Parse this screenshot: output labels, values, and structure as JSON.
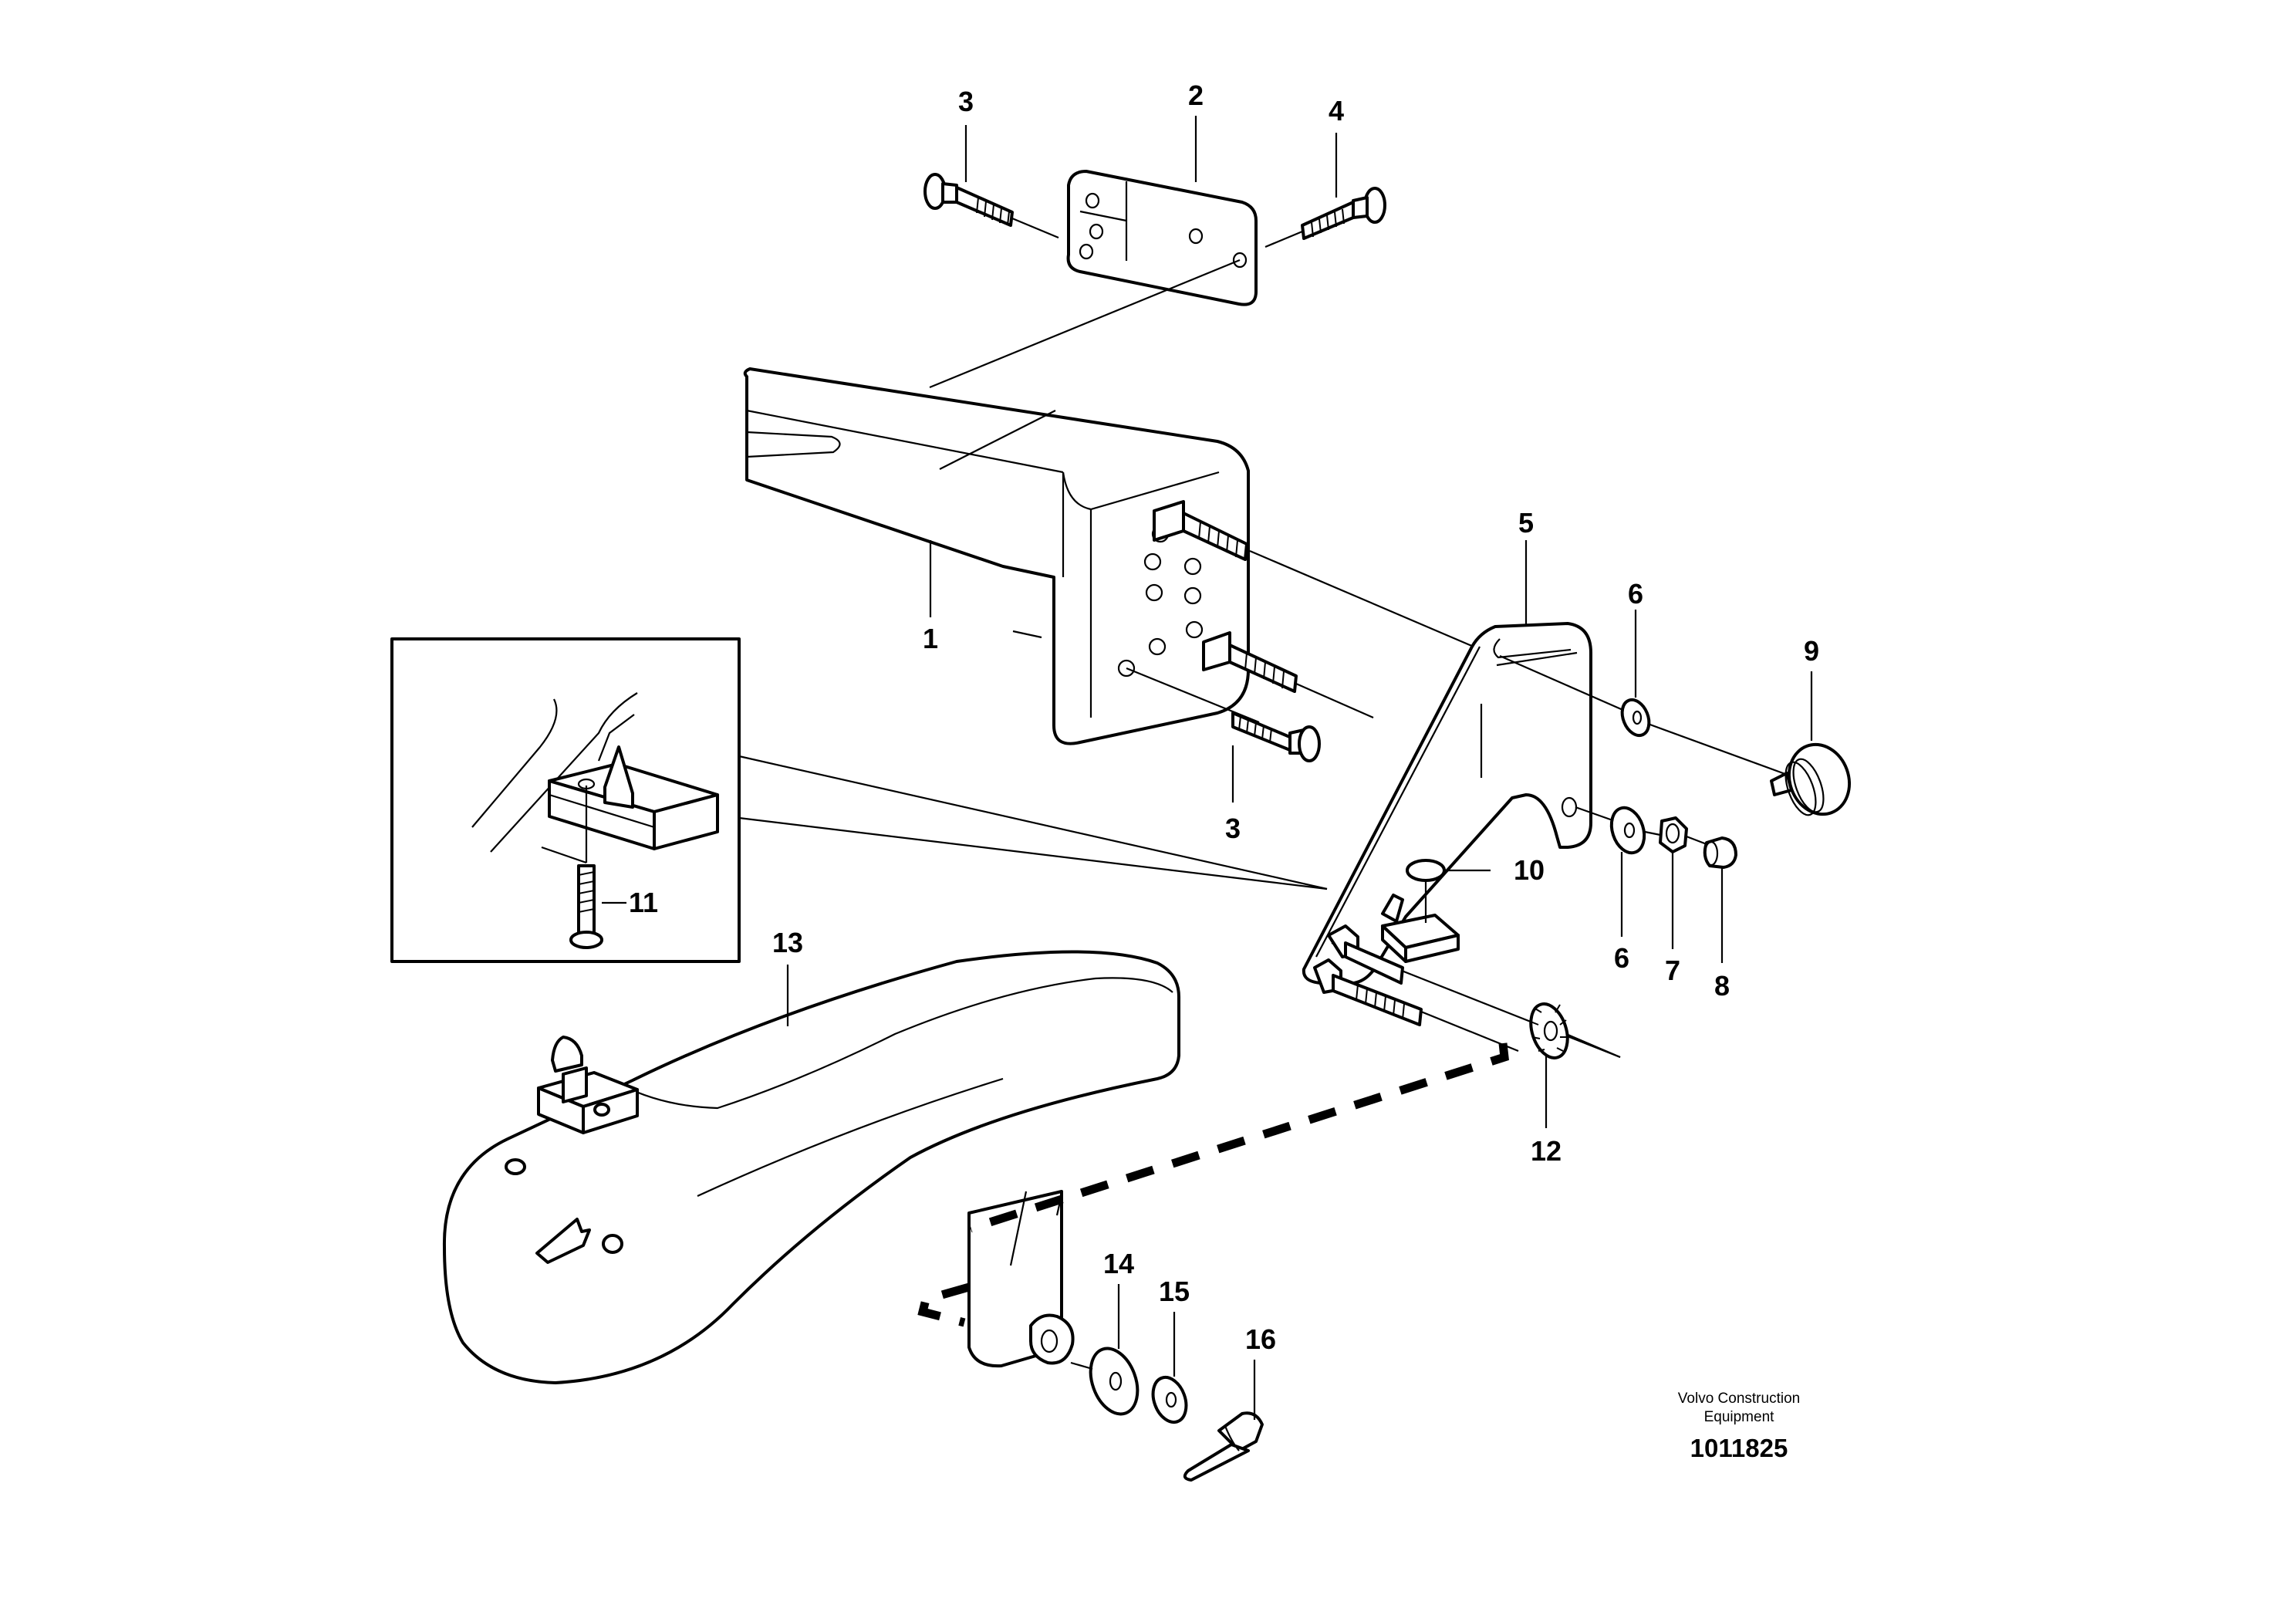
{
  "diagram": {
    "callouts": [
      {
        "id": "c1",
        "text": "1"
      },
      {
        "id": "c2",
        "text": "2"
      },
      {
        "id": "c3a",
        "text": "3"
      },
      {
        "id": "c3b",
        "text": "3"
      },
      {
        "id": "c4",
        "text": "4"
      },
      {
        "id": "c5",
        "text": "5"
      },
      {
        "id": "c6a",
        "text": "6"
      },
      {
        "id": "c6b",
        "text": "6"
      },
      {
        "id": "c7",
        "text": "7"
      },
      {
        "id": "c8",
        "text": "8"
      },
      {
        "id": "c9",
        "text": "9"
      },
      {
        "id": "c10",
        "text": "10"
      },
      {
        "id": "c11",
        "text": "11"
      },
      {
        "id": "c12",
        "text": "12"
      },
      {
        "id": "c13",
        "text": "13"
      },
      {
        "id": "c14",
        "text": "14"
      },
      {
        "id": "c15",
        "text": "15"
      },
      {
        "id": "c16",
        "text": "16"
      }
    ],
    "credit_line1": "Volvo Construction",
    "credit_line2": "Equipment",
    "document_number": "1011825"
  }
}
